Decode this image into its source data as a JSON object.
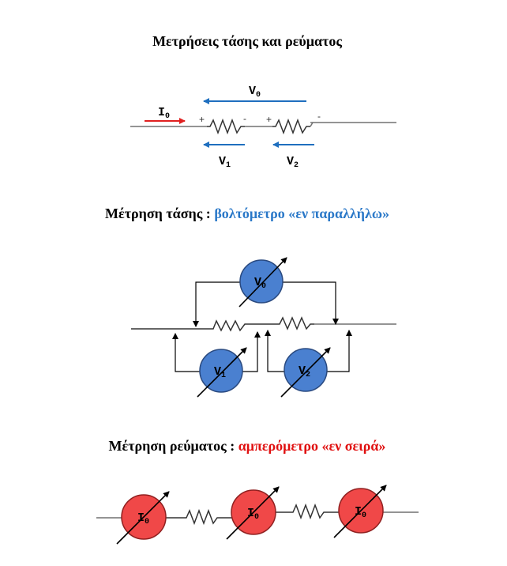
{
  "section1": {
    "title": "Μετρήσεις τάσης και ρεύματος",
    "current_label": {
      "base": "I",
      "sub": "0"
    },
    "total_voltage_label": {
      "base": "V",
      "sub": "0"
    },
    "voltage1_label": {
      "base": "V",
      "sub": "1"
    },
    "voltage2_label": {
      "base": "V",
      "sub": "2"
    },
    "plus_sign": "+",
    "minus_sign": "-"
  },
  "section2": {
    "title_black": "Μέτρηση τάσης : ",
    "title_colored": "βολτόμετρο «εν παραλλήλω»",
    "meters": [
      {
        "base": "V",
        "sub": "0"
      },
      {
        "base": "V",
        "sub": "1"
      },
      {
        "base": "V",
        "sub": "2"
      }
    ]
  },
  "section3": {
    "title_black": "Μέτρηση ρεύματος : ",
    "title_colored": "αμπερόμετρο «εν σειρά»",
    "meters": [
      {
        "base": "I",
        "sub": "0"
      },
      {
        "base": "I",
        "sub": "0"
      },
      {
        "base": "I",
        "sub": "0"
      }
    ]
  },
  "colors": {
    "arrow_blue": "#1f6fbf",
    "current_red": "#e02020",
    "voltmeter_fill": "#4a80d0",
    "ammeter_fill": "#f04848",
    "title_blue": "#2a78c8",
    "title_red": "#e01010",
    "wire": "#707070"
  }
}
